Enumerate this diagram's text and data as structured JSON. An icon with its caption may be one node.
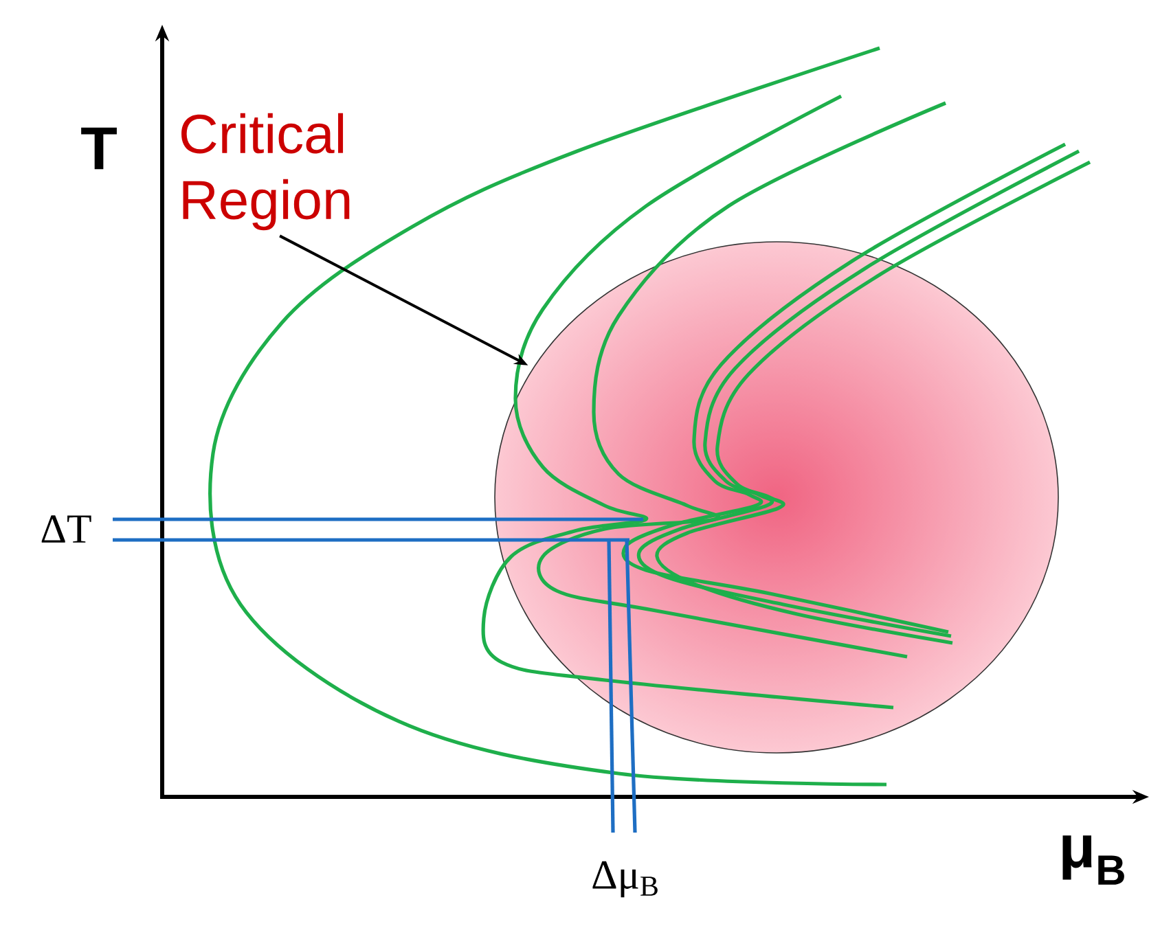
{
  "diagram": {
    "nodes": [
      {
        "text": [
          "Critical Region"
        ]
      },
      {
        "text": [],
        "shape": "circle"
      }
    ],
    "edges": [
      {
        "from": 0,
        "to": 1,
        "arrow": "to"
      }
    ],
    "labels": [
      "T",
      "μ$_{B}$",
      "ΔT",
      "Δμ$_{B}$"
    ]
  }
}
